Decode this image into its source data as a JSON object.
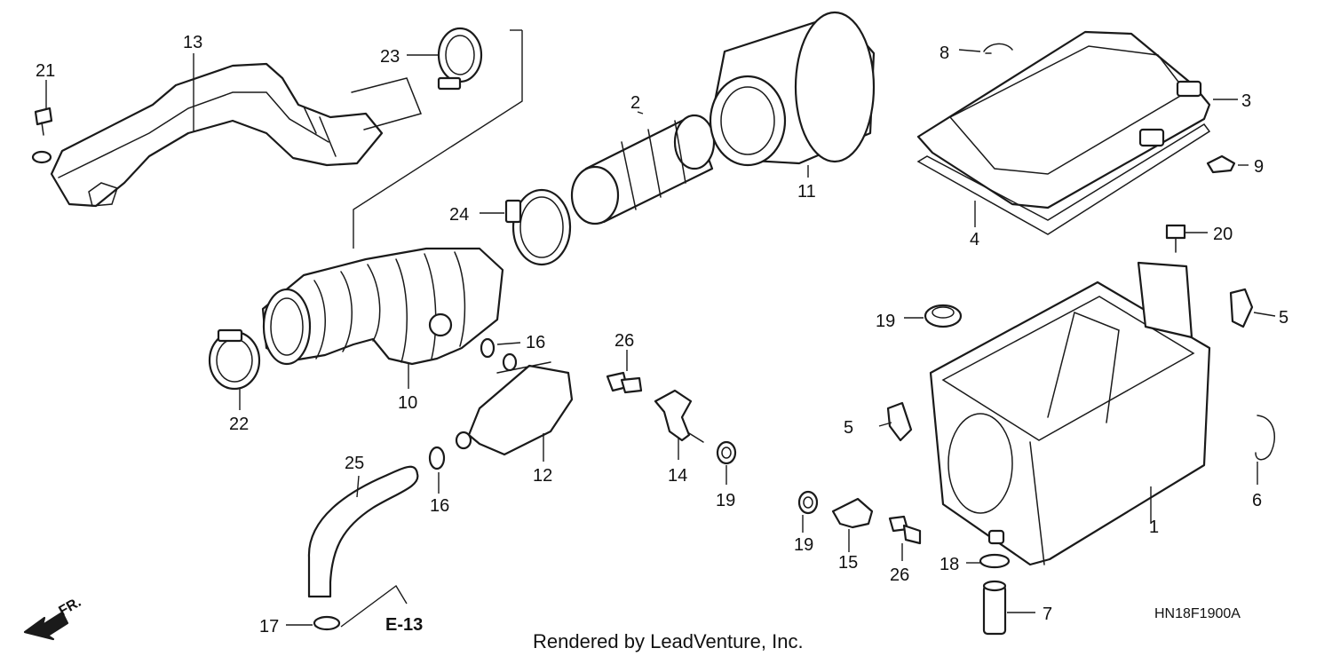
{
  "diagram": {
    "callouts": {
      "c1": "1",
      "c2": "2",
      "c3": "3",
      "c4": "4",
      "c5a": "5",
      "c5b": "5",
      "c6": "6",
      "c7": "7",
      "c8": "8",
      "c9": "9",
      "c10": "10",
      "c11": "11",
      "c12": "12",
      "c13": "13",
      "c14": "14",
      "c15": "15",
      "c16a": "16",
      "c16b": "16",
      "c17": "17",
      "c18": "18",
      "c19a": "19",
      "c19b": "19",
      "c19c": "19",
      "c20": "20",
      "c21": "21",
      "c22": "22",
      "c23": "23",
      "c24": "24",
      "c25": "25",
      "c26a": "26",
      "c26b": "26"
    },
    "reference": "E-13",
    "front_marker": "FR.",
    "drawing_code": "HN18F1900A",
    "credit": "Rendered by LeadVenture, Inc."
  }
}
